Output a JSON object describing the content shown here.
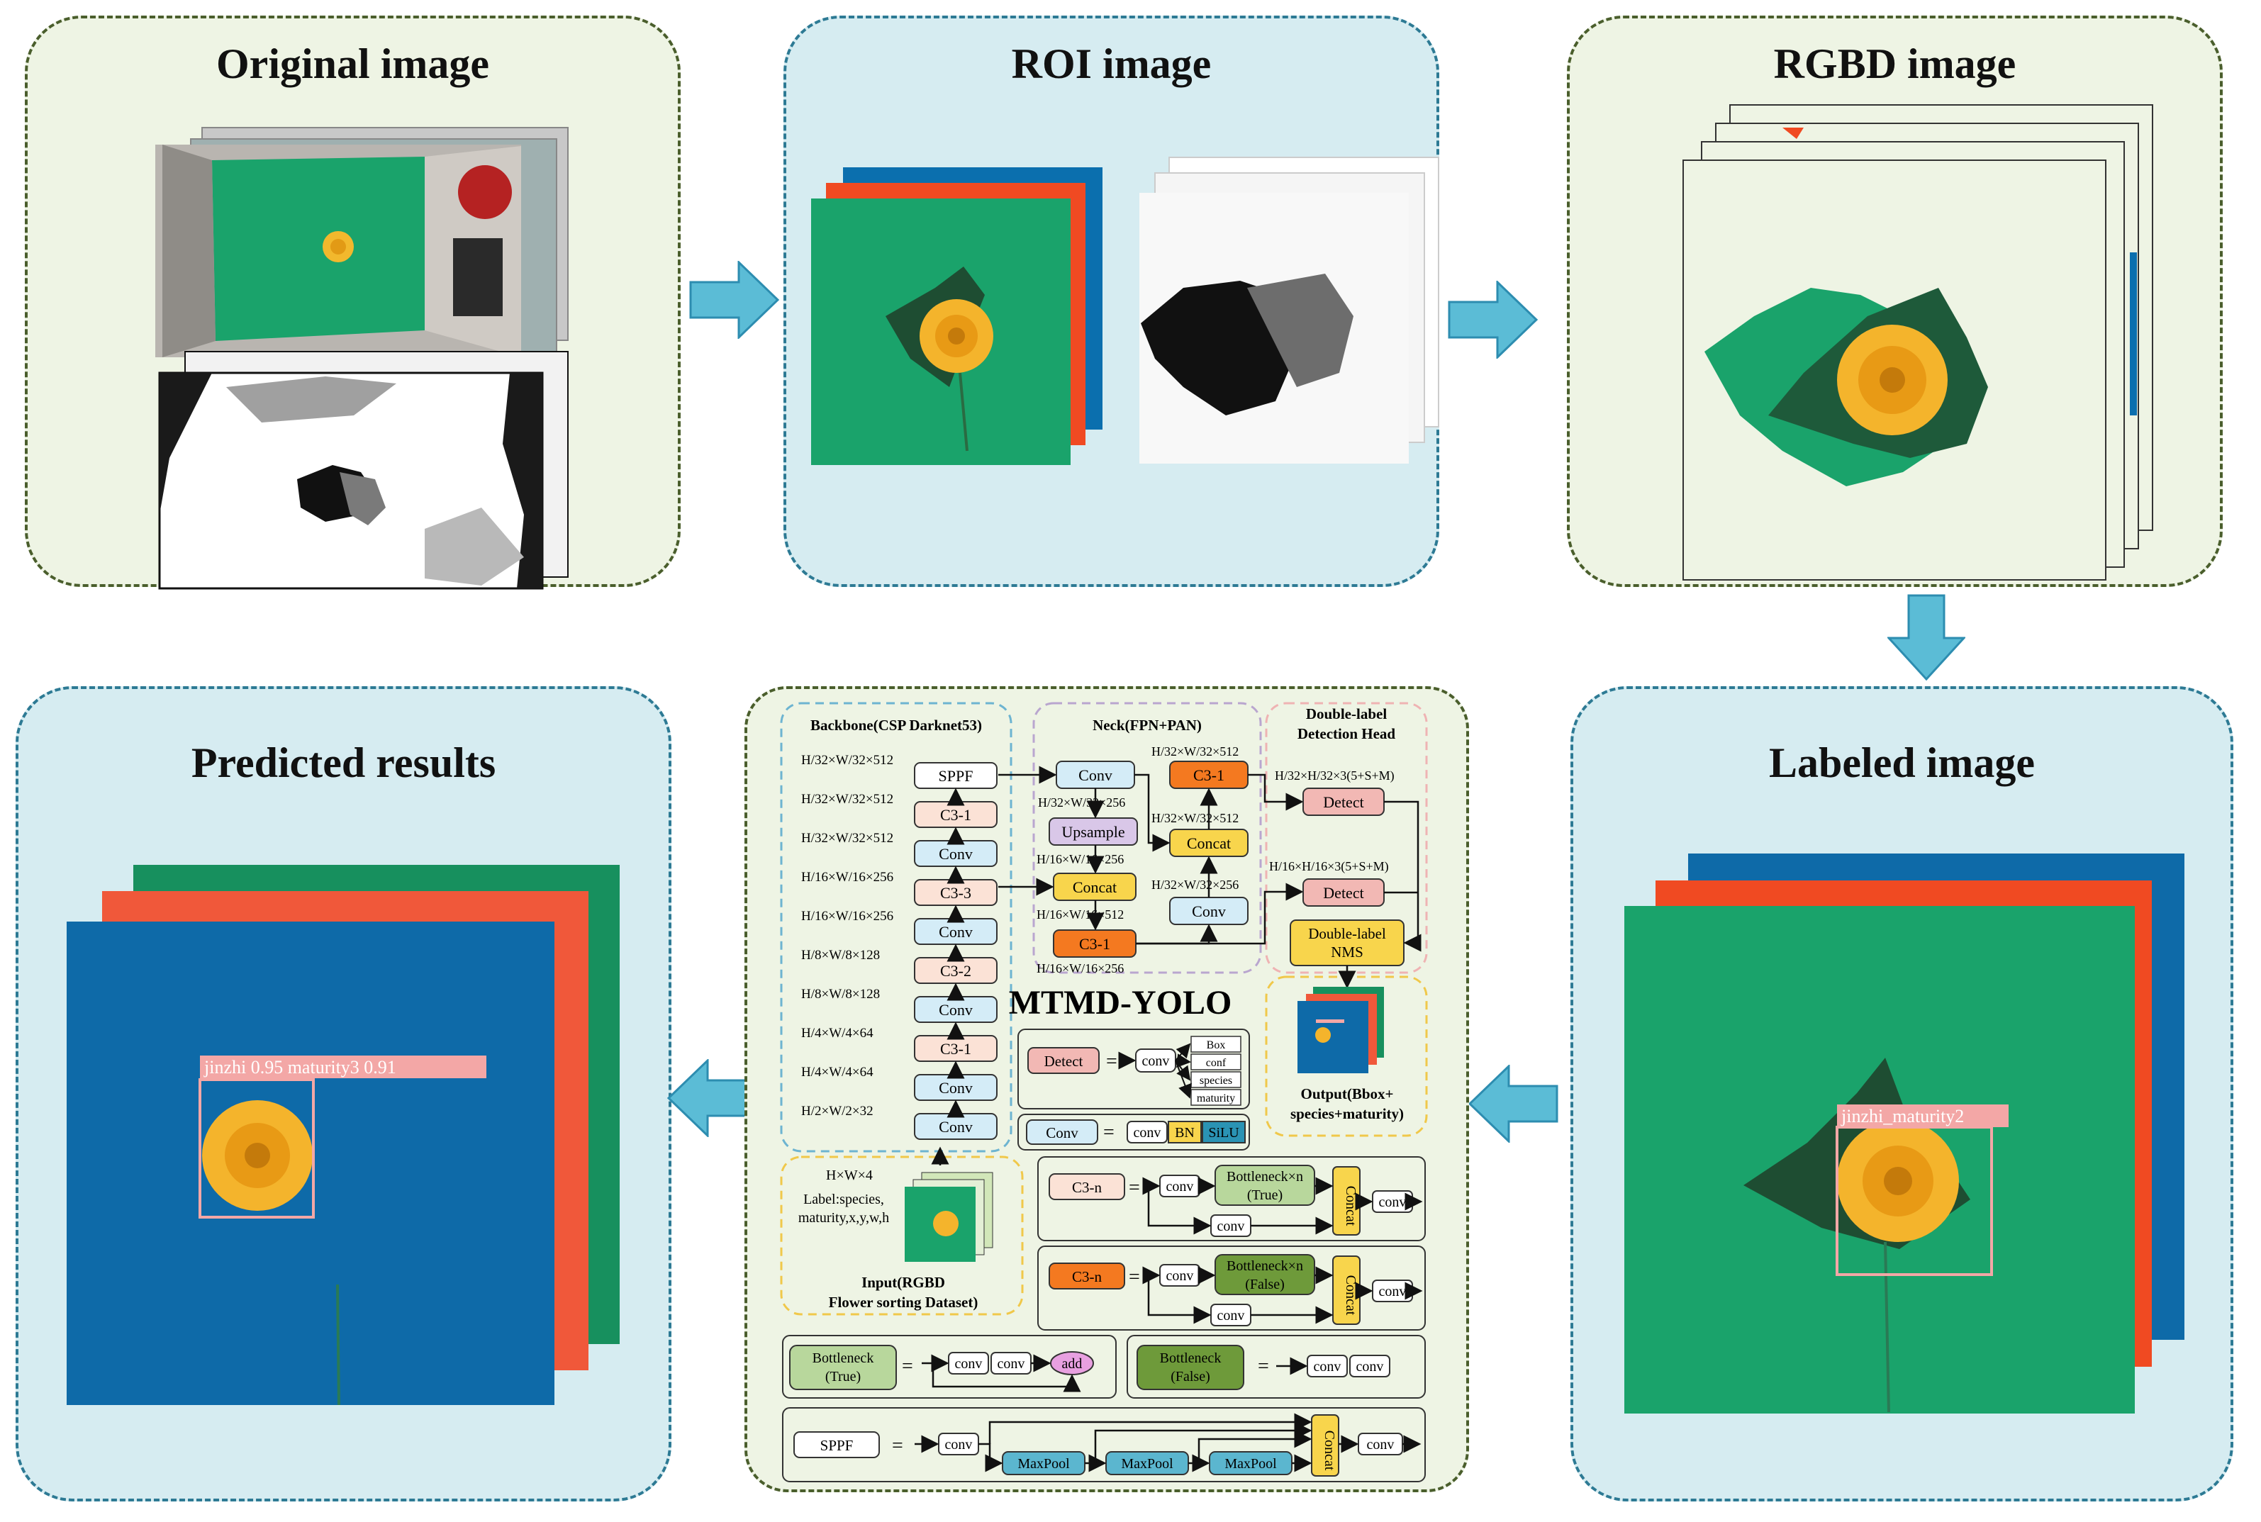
{
  "panels": {
    "original": "Original image",
    "roi": "ROI image",
    "rgbd": "RGBD image",
    "labeled": "Labeled image",
    "predicted": "Predicted results"
  },
  "labeled_box": "jinzhi_maturity2",
  "predicted_box": "jinzhi 0.95 maturity3 0.91",
  "model": {
    "title": "MTMD-YOLO",
    "backbone_title": "Backbone(CSP Darknet53)",
    "neck_title": "Neck(FPN+PAN)",
    "head_title_1": "Double-label",
    "head_title_2": "Detection Head",
    "backbone_blocks": [
      "SPPF",
      "C3-1",
      "Conv",
      "C3-3",
      "Conv",
      "C3-2",
      "Conv",
      "C3-1",
      "Conv",
      "Conv"
    ],
    "backbone_dims": [
      "H/32×W/32×512",
      "H/32×W/32×512",
      "H/32×W/32×512",
      "H/16×W/16×256",
      "H/16×W/16×256",
      "H/8×W/8×128",
      "H/8×W/8×128",
      "H/4×W/4×64",
      "H/4×W/4×64",
      "H/2×W/2×32"
    ],
    "neck_blocks": {
      "conv1": "Conv",
      "upsample": "Upsample",
      "concat1": "Concat",
      "c3a": "C3-1",
      "c3b": "C3-1",
      "concat2": "Concat",
      "conv2": "Conv"
    },
    "neck_dims": {
      "d1": "H/32×W/32×256",
      "d2": "H/16×W/16×256",
      "d3": "H/16×W/16×512",
      "d4": "H/16×W/16×256",
      "d5": "H/32×W/32×512",
      "d6": "H/32×W/32×512",
      "d7": "H/32×W/32×256"
    },
    "head": {
      "dim1": "H/32×H/32×3(5+S+M)",
      "detect1": "Detect",
      "dim2": "H/16×H/16×3(5+S+M)",
      "detect2": "Detect",
      "nms_1": "Double-label",
      "nms_2": "NMS"
    },
    "output_1": "Output(Bbox+",
    "output_2": "species+maturity)",
    "input": {
      "dim": "H×W×4",
      "label_1": "Label:species,",
      "label_2": "maturity,x,y,w,h",
      "title_1": "Input(RGBD",
      "title_2": "Flower sorting Dataset)"
    },
    "legend_detect": {
      "block": "Detect",
      "conv": "conv",
      "outputs": [
        "Box",
        "conf",
        "species",
        "maturity"
      ]
    },
    "legend_conv": {
      "block": "Conv",
      "conv": "conv",
      "bn": "BN",
      "silu": "SiLU"
    },
    "legend_c3t": {
      "block": "C3-n",
      "conv1": "conv",
      "bottleneck_1": "Bottleneck×n",
      "bottleneck_2": "(True)",
      "conv2": "conv",
      "concat": "Concat",
      "conv3": "conv"
    },
    "legend_c3f": {
      "block": "C3-n",
      "conv1": "conv",
      "bottleneck_1": "Bottleneck×n",
      "bottleneck_2": "(False)",
      "conv2": "conv",
      "concat": "Concat",
      "conv3": "conv"
    },
    "legend_bt": {
      "block_1": "Bottleneck",
      "block_2": "(True)",
      "conv1": "conv",
      "conv2": "conv",
      "add": "add"
    },
    "legend_bf": {
      "block_1": "Bottleneck",
      "block_2": "(False)",
      "conv1": "conv",
      "conv2": "conv"
    },
    "legend_sppf": {
      "block": "SPPF",
      "conv1": "conv",
      "mp1": "MaxPool",
      "mp2": "MaxPool",
      "mp3": "MaxPool",
      "concat": "Concat",
      "conv2": "conv"
    }
  },
  "colors": {
    "green_panel": "#eef4e4",
    "blue_panel": "#d6ecf1",
    "arrow": "#5bbcd6",
    "conv": "#d4ecf7",
    "c3": "#fbe2d6",
    "concat": "#f8d54c",
    "c3_orange": "#f47920",
    "upsample": "#d9c7e8",
    "detect": "#f2b8b4",
    "bottleneck_true": "#b8d79c",
    "bottleneck_false": "#6e9a3a",
    "maxpool": "#5bb6cf",
    "add": "#e8a0e0"
  }
}
